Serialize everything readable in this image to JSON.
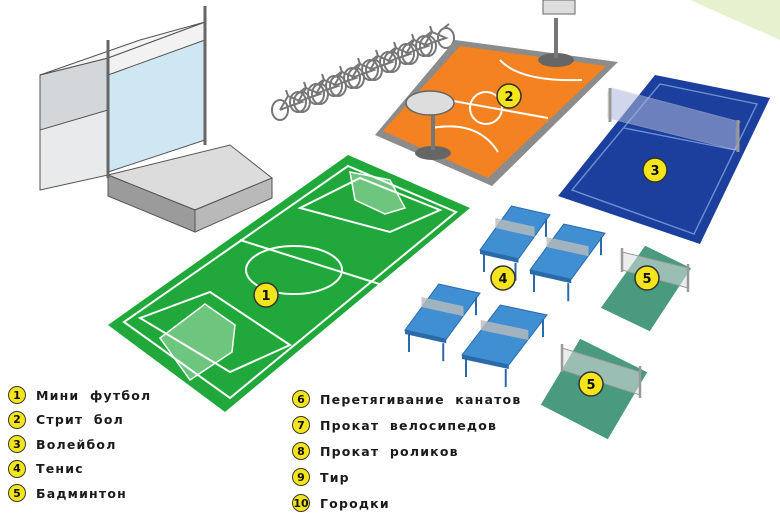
{
  "colors": {
    "football": "#21a83a",
    "street": "#f58220",
    "volley": "#1c3f9e",
    "tennis": "#3f8fd2",
    "badminton": "#4a9a80",
    "badge": "#f4e41c"
  },
  "scene_badges": [
    {
      "id": "football",
      "number": "1"
    },
    {
      "id": "street",
      "number": "2"
    },
    {
      "id": "volley",
      "number": "3"
    },
    {
      "id": "tennis",
      "number": "4"
    },
    {
      "id": "badminton-top",
      "number": "5"
    },
    {
      "id": "badminton-bottom",
      "number": "5"
    }
  ],
  "legend_left": [
    {
      "number": "1",
      "label": "Мини футбол"
    },
    {
      "number": "2",
      "label": "Стрит бол"
    },
    {
      "number": "3",
      "label": "Волейбол"
    },
    {
      "number": "4",
      "label": "Тенис"
    },
    {
      "number": "5",
      "label": "Бадминтон"
    }
  ],
  "legend_right": [
    {
      "number": "6",
      "label": "Перетягивание канатов"
    },
    {
      "number": "7",
      "label": "Прокат велосипедов"
    },
    {
      "number": "8",
      "label": "Прокат роликов"
    },
    {
      "number": "9",
      "label": "Тир"
    },
    {
      "number": "10",
      "label": "Городки"
    }
  ]
}
